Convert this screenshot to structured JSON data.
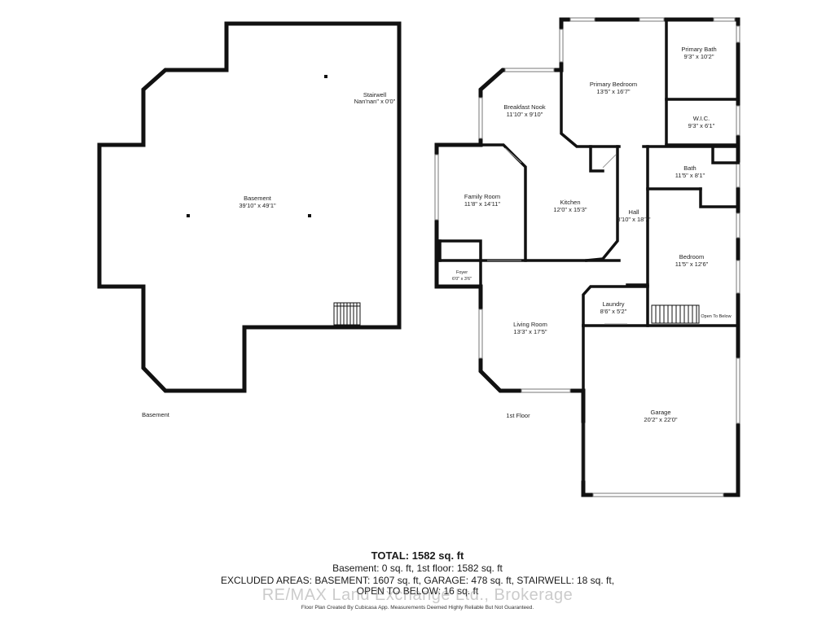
{
  "basement": {
    "floor_label": "Basement",
    "rooms": [
      {
        "name": "Basement",
        "dims": "39'10\" x 49'1\""
      },
      {
        "name": "Stairwell",
        "dims": "Nan'nan\" x 0'0\""
      }
    ]
  },
  "first_floor": {
    "floor_label": "1st Floor",
    "rooms": [
      {
        "name": "Breakfast Nook",
        "dims": "11'10\" x 9'10\""
      },
      {
        "name": "Primary Bedroom",
        "dims": "13'5\" x 16'7\""
      },
      {
        "name": "Primary Bath",
        "dims": "9'3\" x 10'2\""
      },
      {
        "name": "W.I.C.",
        "dims": "9'3\" x 6'1\""
      },
      {
        "name": "Bath",
        "dims": "11'5\" x 8'1\""
      },
      {
        "name": "Family Room",
        "dims": "11'8\" x 14'11\""
      },
      {
        "name": "Kitchen",
        "dims": "12'0\" x 15'3\""
      },
      {
        "name": "Hall",
        "dims": "3'10\" x 18'7\""
      },
      {
        "name": "Bedroom",
        "dims": "11'5\" x 12'6\""
      },
      {
        "name": "Foyer",
        "dims": "6'0\" x 3'6\""
      },
      {
        "name": "Laundry",
        "dims": "8'6\" x 5'2\""
      },
      {
        "name": "Living Room",
        "dims": "13'3\" x 17'5\""
      },
      {
        "name": "Garage",
        "dims": "20'2\" x 22'0\""
      }
    ],
    "annotation": "Open To Below"
  },
  "summary": {
    "total": "TOTAL: 1582 sq. ft",
    "line1": "Basement: 0 sq. ft, 1st floor: 1582 sq. ft",
    "line2": "EXCLUDED AREAS: BASEMENT: 1607 sq. ft, GARAGE: 478 sq. ft, STAIRWELL: 18 sq. ft,",
    "line3": "OPEN TO BELOW: 16 sq. ft"
  },
  "credit": "Floor Plan Created By Cubicasa App. Measurements Deemed Highly Reliable But Not Guaranteed.",
  "watermark": "RE/MAX Land Exchange Ltd., Brokerage"
}
